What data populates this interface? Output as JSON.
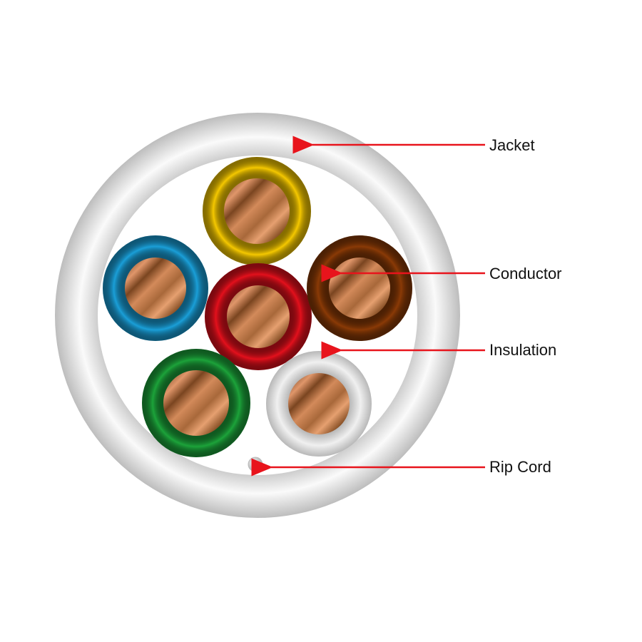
{
  "labels": {
    "jacket": "Jacket",
    "conductor": "Conductor",
    "insulation": "Insulation",
    "rip_cord": "Rip Cord"
  },
  "colors": {
    "arrow": "#e8141c",
    "jacket": "#f2f2f2",
    "copper": "#c67a45",
    "wires": [
      "#f5c800",
      "#1a9fd8",
      "#e3101c",
      "#8a3a06",
      "#1ca33a",
      "#f0f0f0"
    ]
  },
  "wires": [
    {
      "name": "yellow",
      "color": "#f5c800"
    },
    {
      "name": "blue",
      "color": "#1a9fd8"
    },
    {
      "name": "red",
      "color": "#e3101c"
    },
    {
      "name": "brown",
      "color": "#8a3a06"
    },
    {
      "name": "green",
      "color": "#1ca33a"
    },
    {
      "name": "white",
      "color": "#f0f0f0"
    }
  ]
}
